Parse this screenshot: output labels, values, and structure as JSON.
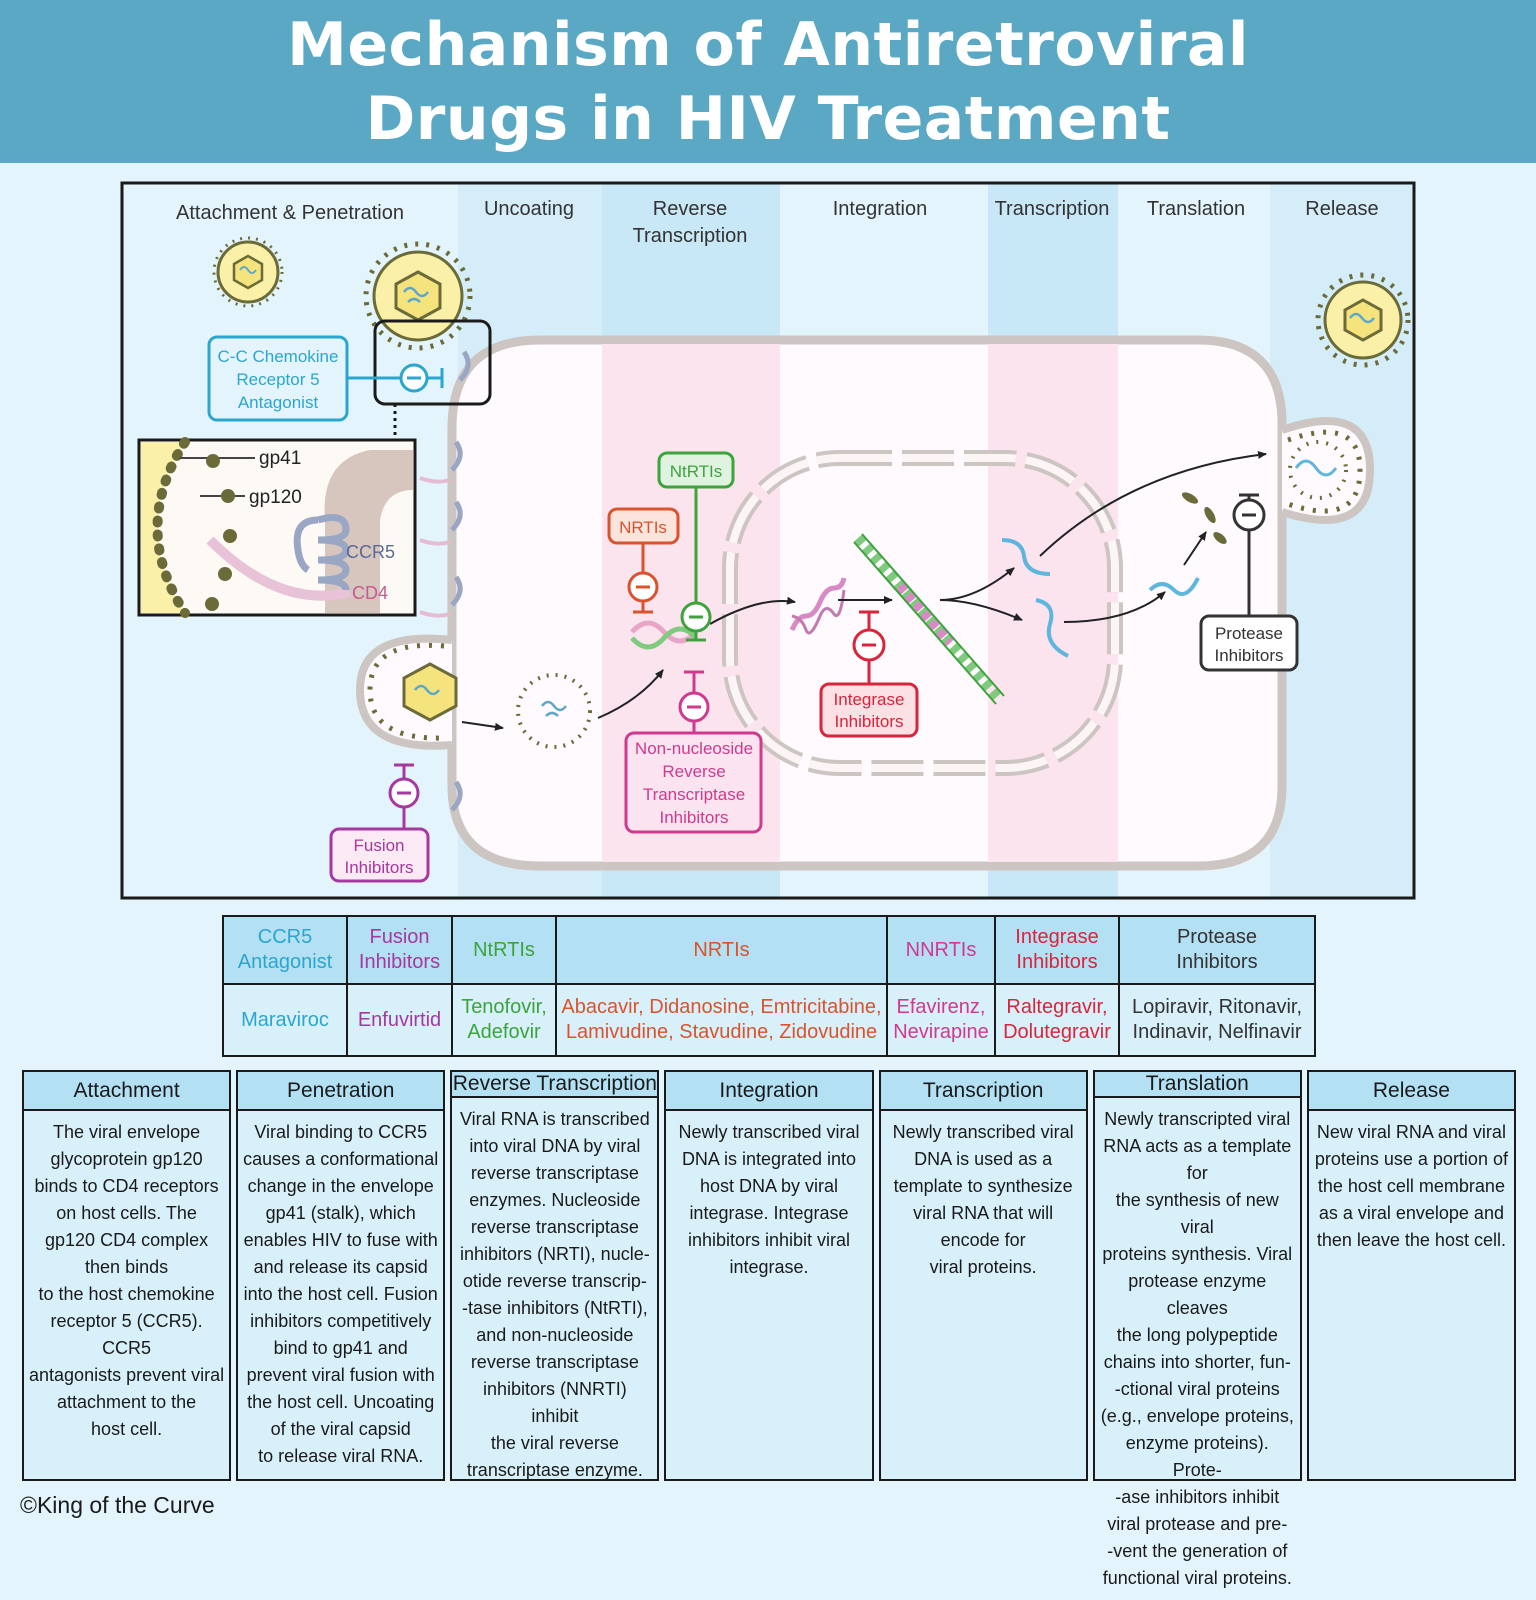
{
  "title": [
    "Mechanism of Antiretroviral",
    "Drugs in HIV Treatment"
  ],
  "stage_headers": [
    {
      "label": "Attachment & Penetration"
    },
    {
      "label": "Uncoating"
    },
    {
      "label": "Reverse\nTranscription"
    },
    {
      "label": "Integration"
    },
    {
      "label": "Transcription"
    },
    {
      "label": "Translation"
    },
    {
      "label": "Release"
    }
  ],
  "inset_labels": {
    "gp41": "gp41",
    "gp120": "gp120",
    "ccr5": "CCR5",
    "cd4": "CD4"
  },
  "drug_boxes": {
    "ccr5_antagonist": "C-C Chemokine\nReceptor 5\nAntagonist",
    "fusion": "Fusion\nInhibitors",
    "nrtis": "NRTIs",
    "ntrtis": "NtRTIs",
    "nnrti": "Non-nucleoside\nReverse\nTranscriptase\nInhibitors",
    "integrase": "Integrase\nInhibitors",
    "protease": "Protease\nInhibitors"
  },
  "colors": {
    "ccr5": "#2aa6cf",
    "fusion": "#a5399f",
    "ntrtis": "#3da33d",
    "nrtis": "#d9532e",
    "nnrtis": "#cf3a8e",
    "integrase": "#d9253b",
    "protease": "#333333"
  },
  "drug_table": {
    "classes": [
      {
        "class": "CCR5\nAntagonist",
        "drugs": "Maraviroc",
        "color": "#2aa6cf"
      },
      {
        "class": "Fusion\nInhibitors",
        "drugs": "Enfuvirtid",
        "color": "#a5399f"
      },
      {
        "class": "NtRTIs",
        "drugs": "Tenofovir,\nAdefovir",
        "color": "#3da33d"
      },
      {
        "class": "NRTIs",
        "drugs": "Abacavir, Didanosine, Emtricitabine,\nLamivudine, Stavudine, Zidovudine",
        "color": "#d9532e"
      },
      {
        "class": "NNRTIs",
        "drugs": "Efavirenz,\nNevirapine",
        "color": "#cf3a8e"
      },
      {
        "class": "Integrase\nInhibitors",
        "drugs": "Raltegravir,\nDolutegravir",
        "color": "#d9253b"
      },
      {
        "class": "Protease\nInhibitors",
        "drugs": "Lopiravir, Ritonavir,\nIndinavir, Nelfinavir",
        "color": "#333333"
      }
    ]
  },
  "stage_descriptions": [
    {
      "title": "Attachment",
      "text": "The viral envelope\nglycoprotein gp120\nbinds to CD4 receptors\non host cells. The\ngp120 CD4 complex\nthen binds\nto the host chemokine\nreceptor 5 (CCR5). CCR5\nantagonists prevent viral\nattachment to the\nhost cell."
    },
    {
      "title": "Penetration",
      "text": "Viral binding to CCR5\ncauses a conformational\nchange in the envelope\ngp41 (stalk), which\nenables HIV to fuse with\nand release its capsid\ninto the host cell. Fusion\ninhibitors competitively\nbind to gp41 and\nprevent viral fusion with\nthe host cell. Uncoating\nof the viral capsid\nto release viral RNA."
    },
    {
      "title": "Reverse Transcription",
      "text": "Viral RNA is transcribed\ninto viral DNA by viral\nreverse transcriptase\nenzymes. Nucleoside\nreverse transcriptase\ninhibitors (NRTI), nucle-\notide reverse transcrip-\n-tase inhibitors (NtRTI),\nand non-nucleoside\nreverse transcriptase\ninhibitors (NNRTI) inhibit\nthe viral reverse\ntranscriptase enzyme."
    },
    {
      "title": "Integration",
      "text": "Newly transcribed viral\nDNA is integrated into\nhost DNA by viral\nintegrase. Integrase\ninhibitors inhibit viral\nintegrase."
    },
    {
      "title": "Transcription",
      "text": "Newly transcribed viral\nDNA is used as a\ntemplate to synthesize\nviral RNA that will\nencode for\nviral proteins."
    },
    {
      "title": "Translation",
      "text": "Newly transcripted viral\nRNA acts as a template for\nthe synthesis of new viral\nproteins synthesis. Viral\nprotease enzyme cleaves\nthe long polypeptide\nchains into shorter, fun-\n-ctional viral proteins\n(e.g., envelope proteins,\nenzyme proteins). Prote-\n-ase inhibitors inhibit\nviral protease and pre-\n-vent the generation of\nfunctional viral proteins."
    },
    {
      "title": "Release",
      "text": "New viral RNA and viral\nproteins use a portion of\nthe host cell membrane\nas a viral envelope and\nthen leave the host cell."
    }
  ],
  "copyright": "©King of the Curve"
}
